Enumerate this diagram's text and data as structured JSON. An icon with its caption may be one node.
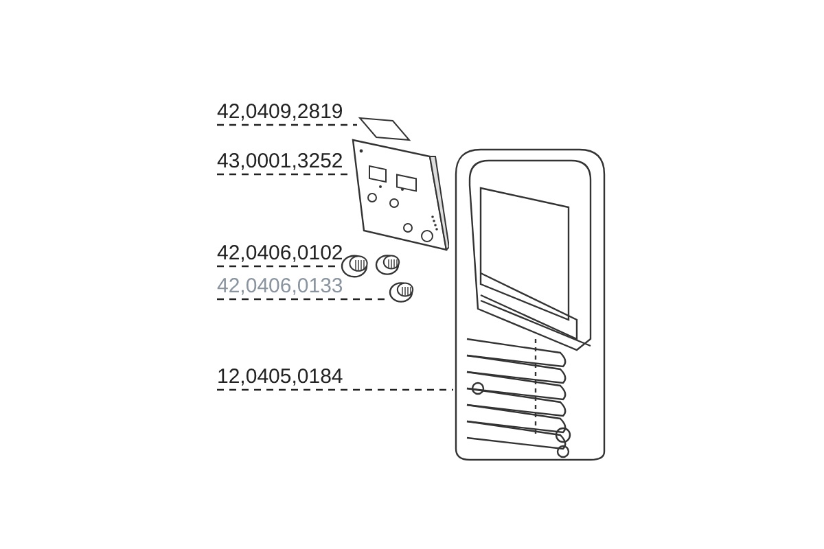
{
  "diagram": {
    "nodes": [
      {
        "text": [
          "42,0409,2819"
        ]
      },
      {
        "text": [
          "43,0001,3252"
        ]
      },
      {
        "text": [
          "42,0406,0102"
        ]
      },
      {
        "text": [
          "42,0406,0133"
        ]
      },
      {
        "text": [
          "12,0405,0184"
        ]
      },
      {
        "text": [],
        "shape": "picture"
      },
      {
        "text": [],
        "shape": "picture"
      },
      {
        "text": [],
        "shape": "picture"
      },
      {
        "text": [],
        "shape": "picture"
      },
      {
        "text": [],
        "shape": "picture"
      }
    ],
    "edges": [
      {
        "from": 0,
        "to": 5,
        "arrow": "none",
        "style": "dashed"
      },
      {
        "from": 1,
        "to": 6,
        "arrow": "none",
        "style": "dashed"
      },
      {
        "from": 2,
        "to": 7,
        "arrow": "none",
        "style": "dashed"
      },
      {
        "from": 3,
        "to": 8,
        "arrow": "none",
        "style": "dashed"
      },
      {
        "from": 4,
        "to": 9,
        "arrow": "none",
        "style": "dashed"
      }
    ]
  }
}
